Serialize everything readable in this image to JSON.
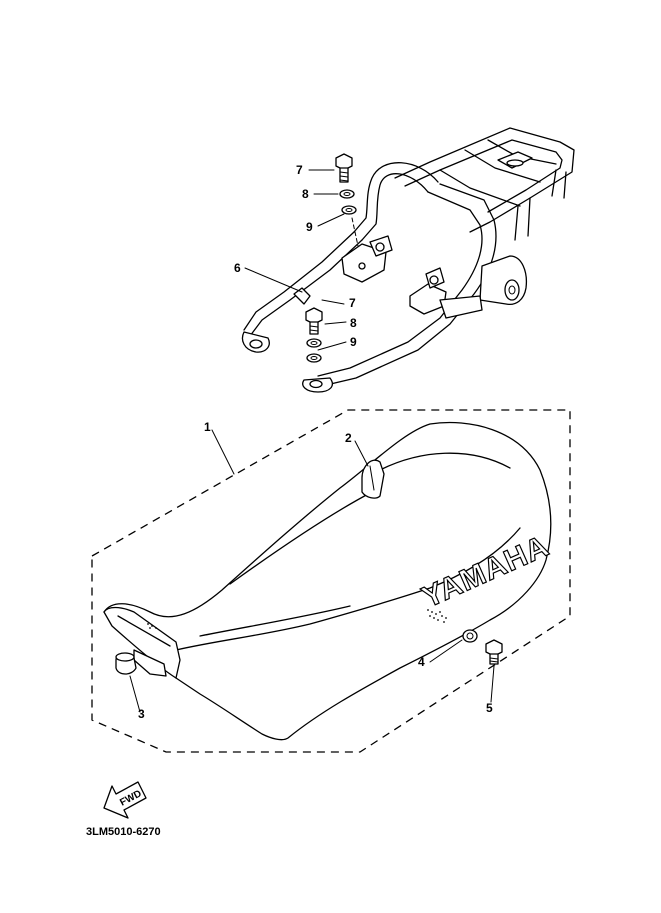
{
  "labels": {
    "l1": "1",
    "l2": "2",
    "l3": "3",
    "l4": "4",
    "l5": "5",
    "l6": "6",
    "l7a": "7",
    "l8a": "8",
    "l9a": "9",
    "l7b": "7",
    "l8b": "8",
    "l9b": "9"
  },
  "seat_logo_text": "YAMAHA",
  "fwd_arrow_text": "FWD",
  "diagram_code": "3LM5010-6270"
}
